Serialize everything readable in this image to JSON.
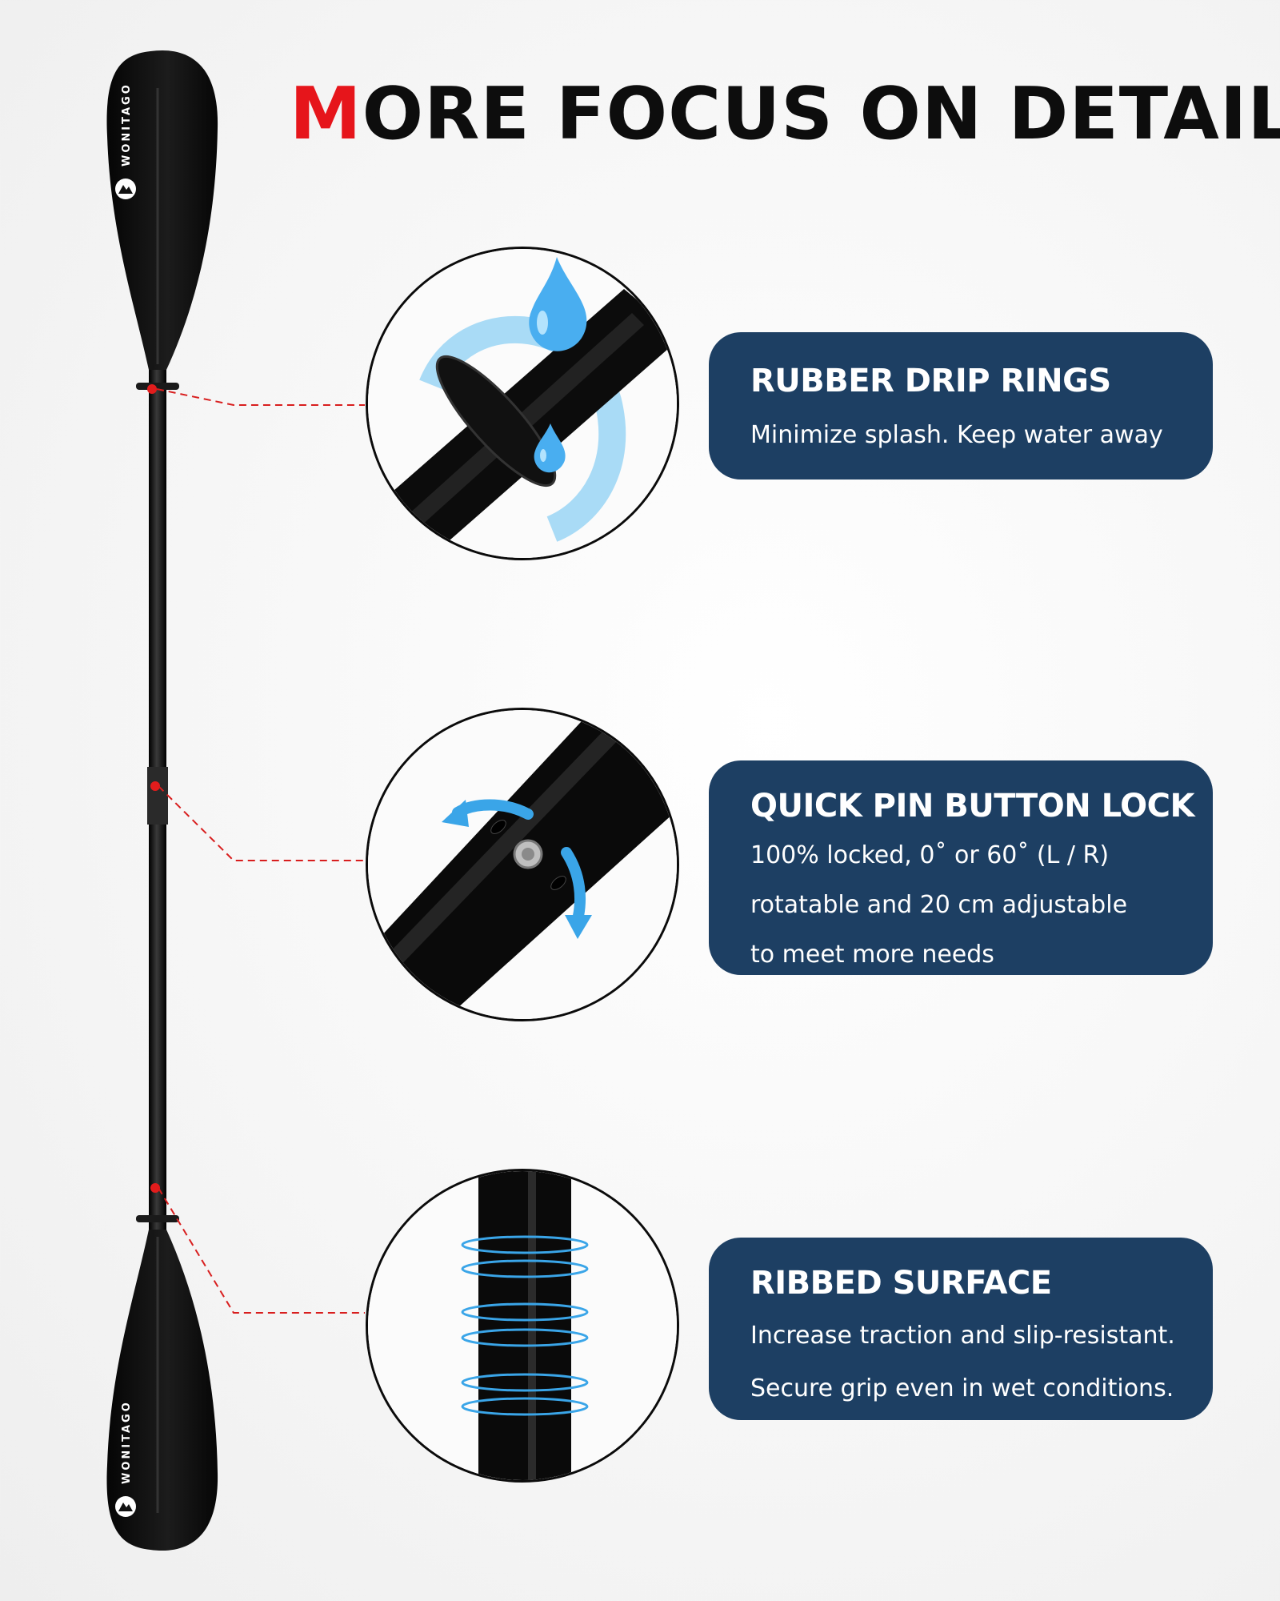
{
  "headline": {
    "accent_letter": "M",
    "rest": "ORE FOCUS ON DETAIL",
    "accent_color": "#e6151b"
  },
  "brand": {
    "name": "WONITAGO",
    "logo_icon": "mountain-circle-logo"
  },
  "colors": {
    "card_background": "#1d3f63",
    "card_text": "#ffffff",
    "callout_line": "#d81e1e",
    "shaft": "#0b0b0b",
    "water_accent": "#3aa5e8"
  },
  "features": [
    {
      "title": "RUBBER DRIP RINGS",
      "lines": [
        "Minimize splash. Keep water away"
      ],
      "illustration": "drip-ring-with-water-drops"
    },
    {
      "title": "QUICK PIN BUTTON LOCK",
      "lines": [
        "100% locked, 0˚ or 60˚ (L / R)",
        "rotatable and 20 cm adjustable",
        "to meet more needs"
      ],
      "illustration": "pin-button-with-rotation-arrows"
    },
    {
      "title": "RIBBED SURFACE",
      "lines": [
        "Increase traction and slip-resistant.",
        "Secure grip even in wet conditions."
      ],
      "illustration": "ribbed-shaft-with-grip-rings"
    }
  ]
}
